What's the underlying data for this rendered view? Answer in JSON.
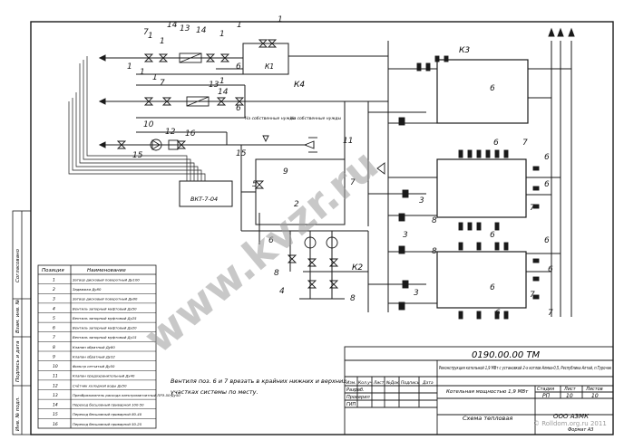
{
  "sheet": {
    "designation": "0190.00.00 ТМ",
    "project_title": "Реконструкция котельной 1,9 МВт с установкой 2-х котлов Алмаз-0,5, Республика Алтай, п.Турочак",
    "plant_name": "Котельная мощностью 1,9 МВт",
    "drawing_name": "Схема тепловая",
    "company": "ООО АЗМК",
    "format": "Формат А3",
    "stage_header": "Стадия",
    "sheet_header": "Лист",
    "sheets_header": "Листов",
    "stage": "РП",
    "sheet_no": "10",
    "sheets_total": "10",
    "columns": [
      "Изм.",
      "Кол.уч",
      "Лист",
      "№Док.",
      "Подпись",
      "Дата"
    ],
    "roles": [
      "Проверил",
      "Разраб.",
      "ГИП"
    ]
  },
  "side_stamp": [
    "Инв. № подл.",
    "Подпись и дата",
    "Взам. инв. №",
    "Согласовано"
  ],
  "spec": {
    "col_pos": "Позиция",
    "col_name": "Наименование",
    "rows": [
      {
        "pos": "1",
        "name": "Затвор дисковый поворотный Ду100"
      },
      {
        "pos": "2",
        "name": "Задвижка Ду80"
      },
      {
        "pos": "3",
        "name": "Затвор дисковый поворотный Ду80"
      },
      {
        "pos": "4",
        "name": "Вентиль запорный муфтовый Ду50"
      },
      {
        "pos": "5",
        "name": "Вентиль запорный муфтовый Ду25"
      },
      {
        "pos": "6",
        "name": "Вентиль запорный муфтовый Ду20"
      },
      {
        "pos": "7",
        "name": "Вентиль запорный муфтовый Ду15"
      },
      {
        "pos": "8",
        "name": "Клапан обратный Ду80"
      },
      {
        "pos": "9",
        "name": "Клапан обратный Ду32"
      },
      {
        "pos": "10",
        "name": "Фильтр сетчатый Ду50"
      },
      {
        "pos": "11",
        "name": "Клапан предохранительный Ду40"
      },
      {
        "pos": "12",
        "name": "Счётчик холодной воды Ду50"
      },
      {
        "pos": "13",
        "name": "Преобразователь расхода электромагнитный ПРЭ-50 Ду50"
      },
      {
        "pos": "14",
        "name": "Переход бесшовный приварной 100-50"
      },
      {
        "pos": "15",
        "name": "Переход бесшовный приварной 80-40"
      },
      {
        "pos": "16",
        "name": "Переход бесшовный приварной 50-25"
      }
    ]
  },
  "note": [
    "Вентиля поз. 6 и 7 врезать в крайних нижних и верхних",
    "участках системы по месту."
  ],
  "labels": {
    "k1": "К1",
    "k2": "К2",
    "k3": "К3",
    "k4": "К4",
    "vkt": "ВКТ-7-04",
    "drain1": "На собственные нужды",
    "drain2": "На собственные нужды",
    "watermark": "www.kvzr.ru",
    "copyright": "© Rolldom.org.ru 2011"
  },
  "callouts": {
    "c1": "1",
    "c2": "1",
    "c3": "1",
    "c4": "1",
    "c5": "1",
    "c6": "1",
    "c7": "1",
    "c8": "1",
    "c9": "1",
    "c10": "14",
    "c11": "13",
    "c12": "14",
    "c13": "7",
    "c14": "6",
    "c15": "7",
    "c16": "13",
    "c17": "14",
    "c18": "6",
    "c19": "10",
    "c20": "12",
    "c21": "15",
    "c22": "15",
    "c23": "16",
    "c24": "11",
    "c25": "9",
    "c26": "5",
    "c27": "2",
    "c28": "6",
    "c29": "8",
    "c30": "4",
    "c31": "8",
    "c32": "7",
    "c33": "6",
    "c34": "6",
    "c35": "3",
    "c36": "8",
    "c37": "7",
    "c38": "6",
    "c39": "6",
    "c40": "3",
    "c41": "8",
    "c42": "6",
    "c43": "6",
    "c44": "7",
    "c45": "3",
    "c46": "6",
    "c47": "7",
    "c48": "7",
    "c49": "6",
    "c50": "6"
  },
  "colors": {
    "ink": "#1a1a1a",
    "watermark": "#9b9b9b",
    "paper": "#ffffff"
  }
}
